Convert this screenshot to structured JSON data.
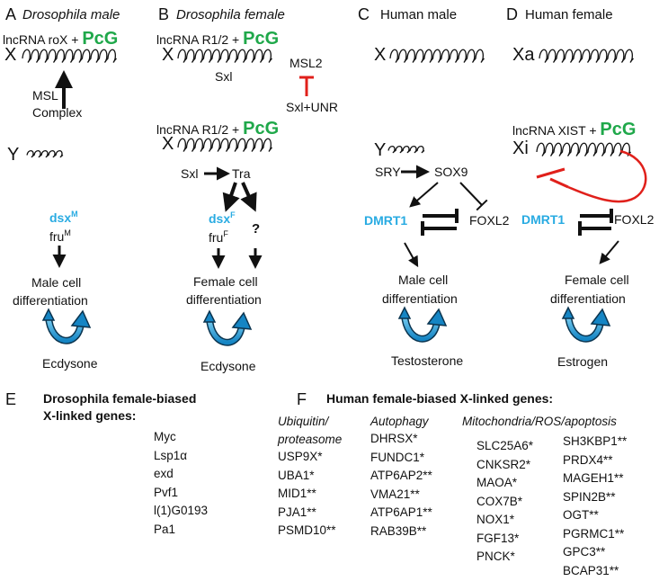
{
  "panels": {
    "A": {
      "letter": "A",
      "title": "Drosophila male",
      "lncrna_prefix": "lncRNA roX + ",
      "pcg": "PcG",
      "chrom_x": "X",
      "msl1": "MSL",
      "msl2": "Complex",
      "chrom_y": "Y",
      "dsx": "dsx",
      "dsx_sup": "M",
      "fru": "fru",
      "fru_sup": "M",
      "diff1": "Male cell",
      "diff2": "differentiation",
      "hormone": "Ecdysone"
    },
    "B": {
      "letter": "B",
      "title": "Drosophila female",
      "lncrna_prefix": "lncRNA R1/2 + ",
      "pcg": "PcG",
      "chrom_x": "X",
      "sxl": "Sxl",
      "msl2": "MSL2",
      "sxl_unr": "Sxl+UNR",
      "lncrna2_prefix": "lncRNA R1/2 + ",
      "pcg2": "PcG",
      "chrom_x2": "X",
      "sxl2": "Sxl",
      "tra": "Tra",
      "dsx": "dsx",
      "dsx_sup": "F",
      "fru": "fru",
      "fru_sup": "F",
      "unknown": "?",
      "diff1": "Female cell",
      "diff2": "differentiation",
      "hormone": "Ecdysone"
    },
    "C": {
      "letter": "C",
      "title": "Human male",
      "chrom_x": "X",
      "chrom_y": "Y",
      "sry": "SRY",
      "sox9": "SOX9",
      "dmrt1": "DMRT1",
      "foxl2": "FOXL2",
      "diff1": "Male cell",
      "diff2": "differentiation",
      "hormone": "Testosterone"
    },
    "D": {
      "letter": "D",
      "title": "Human female",
      "chrom_xa": "Xa",
      "lncrna_prefix": "lncRNA XIST + ",
      "pcg": "PcG",
      "chrom_xi": "Xi",
      "dmrt1": "DMRT1",
      "foxl2": "FOXL2",
      "diff1": "Female cell",
      "diff2": "differentiation",
      "hormone": "Estrogen"
    },
    "E": {
      "letter": "E",
      "title1": "Drosophila female-biased",
      "title2": "X-linked genes:",
      "genes": [
        "Myc",
        "Lsp1α",
        "exd",
        "Pvf1",
        "l(1)G0193",
        "Pa1"
      ]
    },
    "F": {
      "letter": "F",
      "title": "Human female-biased X-linked genes:",
      "ubiquitin_heading": [
        "Ubiquitin/",
        "proteasome"
      ],
      "ubiquitin_genes": [
        "USP9X*",
        "UBA1*",
        "MID1**",
        "PJA1**",
        "PSMD10**"
      ],
      "autophagy_heading": "Autophagy",
      "autophagy_genes": [
        "DHRSX*",
        "FUNDC1*",
        "ATP6AP2**",
        "VMA21**",
        "ATP6AP1**",
        "RAB39B**"
      ],
      "mito_heading": "Mitochondria/ROS/apoptosis",
      "mito_genes_1": [
        "SLC25A6*",
        "CNKSR2*",
        "MAOA*",
        "COX7B*",
        "NOX1*",
        "FGF13*",
        "PNCK*"
      ],
      "mito_genes_2": [
        "SH3KBP1**",
        "PRDX4**",
        "MAGEH1**",
        "SPIN2B**",
        "OGT**",
        "PGRMC1**",
        "GPC3**",
        "BCAP31**"
      ]
    }
  },
  "colors": {
    "pcg": "#1fa84a",
    "dsx_dmrt1": "#29abe2",
    "inhibit_red": "#e0201b",
    "cycle_blue": "#29abe2"
  }
}
